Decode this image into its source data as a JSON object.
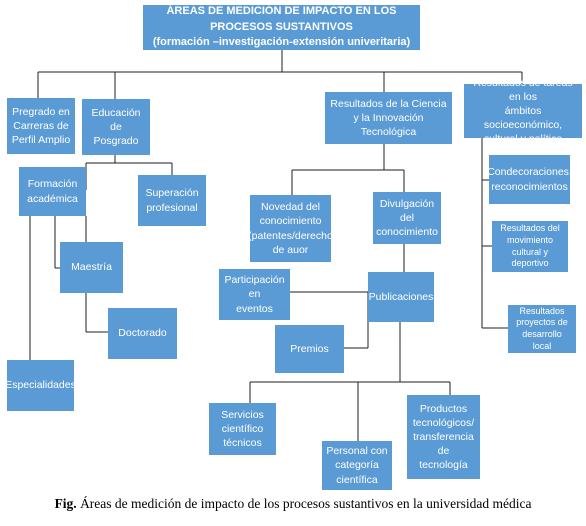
{
  "root": "ÁREAS DE MEDICIÓN DE IMPACTO EN LOS PROCESOS SUSTANTIVOS\n(formación –investigación-extensión univeritaria)",
  "nodes": {
    "pregrado": "Pregrado en\nCarreras de\nPerfil Amplio",
    "posgrado": "Educación de\nPosgrado",
    "formacion_academica": "Formación\nacadémica",
    "superacion_profesional": "Superación\nprofesional",
    "maestria": "Maestría",
    "doctorado": "Doctorado",
    "especialidades": "Especialidades",
    "ciencia_innovacion": "Resultados de la Ciencia\ny la Innovación Tecnológica",
    "novedad": "Novedad del\nconocimiento\n(patentes/derecho\nde auor",
    "divulgacion": "Divulgación del\nconocimiento",
    "participacion": "Participación en\neventos",
    "publicaciones": "Publicaciones",
    "premios": "Premios",
    "servicios": "Servicios\ncientífico\ntécnicos",
    "personal": "Personal con\ncategoría\ncientífica",
    "productos": "Productos\ntecnológicos/\ntransferencia de\ntecnología",
    "tareas": "Resultados de tareas en los\námbitos socioeconómico,\ncultural y político",
    "condecoraciones": "Condecoraciones,\nreconocimientos",
    "movimiento": "Resultados del\nmovimiento cultural y\ndeportivo",
    "proyectos": "Resultados\nproyectos de\ndesarrollo local"
  },
  "caption": {
    "label": "Fig.",
    "text": " Áreas de medición de impacto de los procesos sustantivos en la universidad médica"
  },
  "colors": {
    "node_fill": "#5b9bd5",
    "node_text": "#ffffff",
    "connector": "#1f1f1f"
  }
}
